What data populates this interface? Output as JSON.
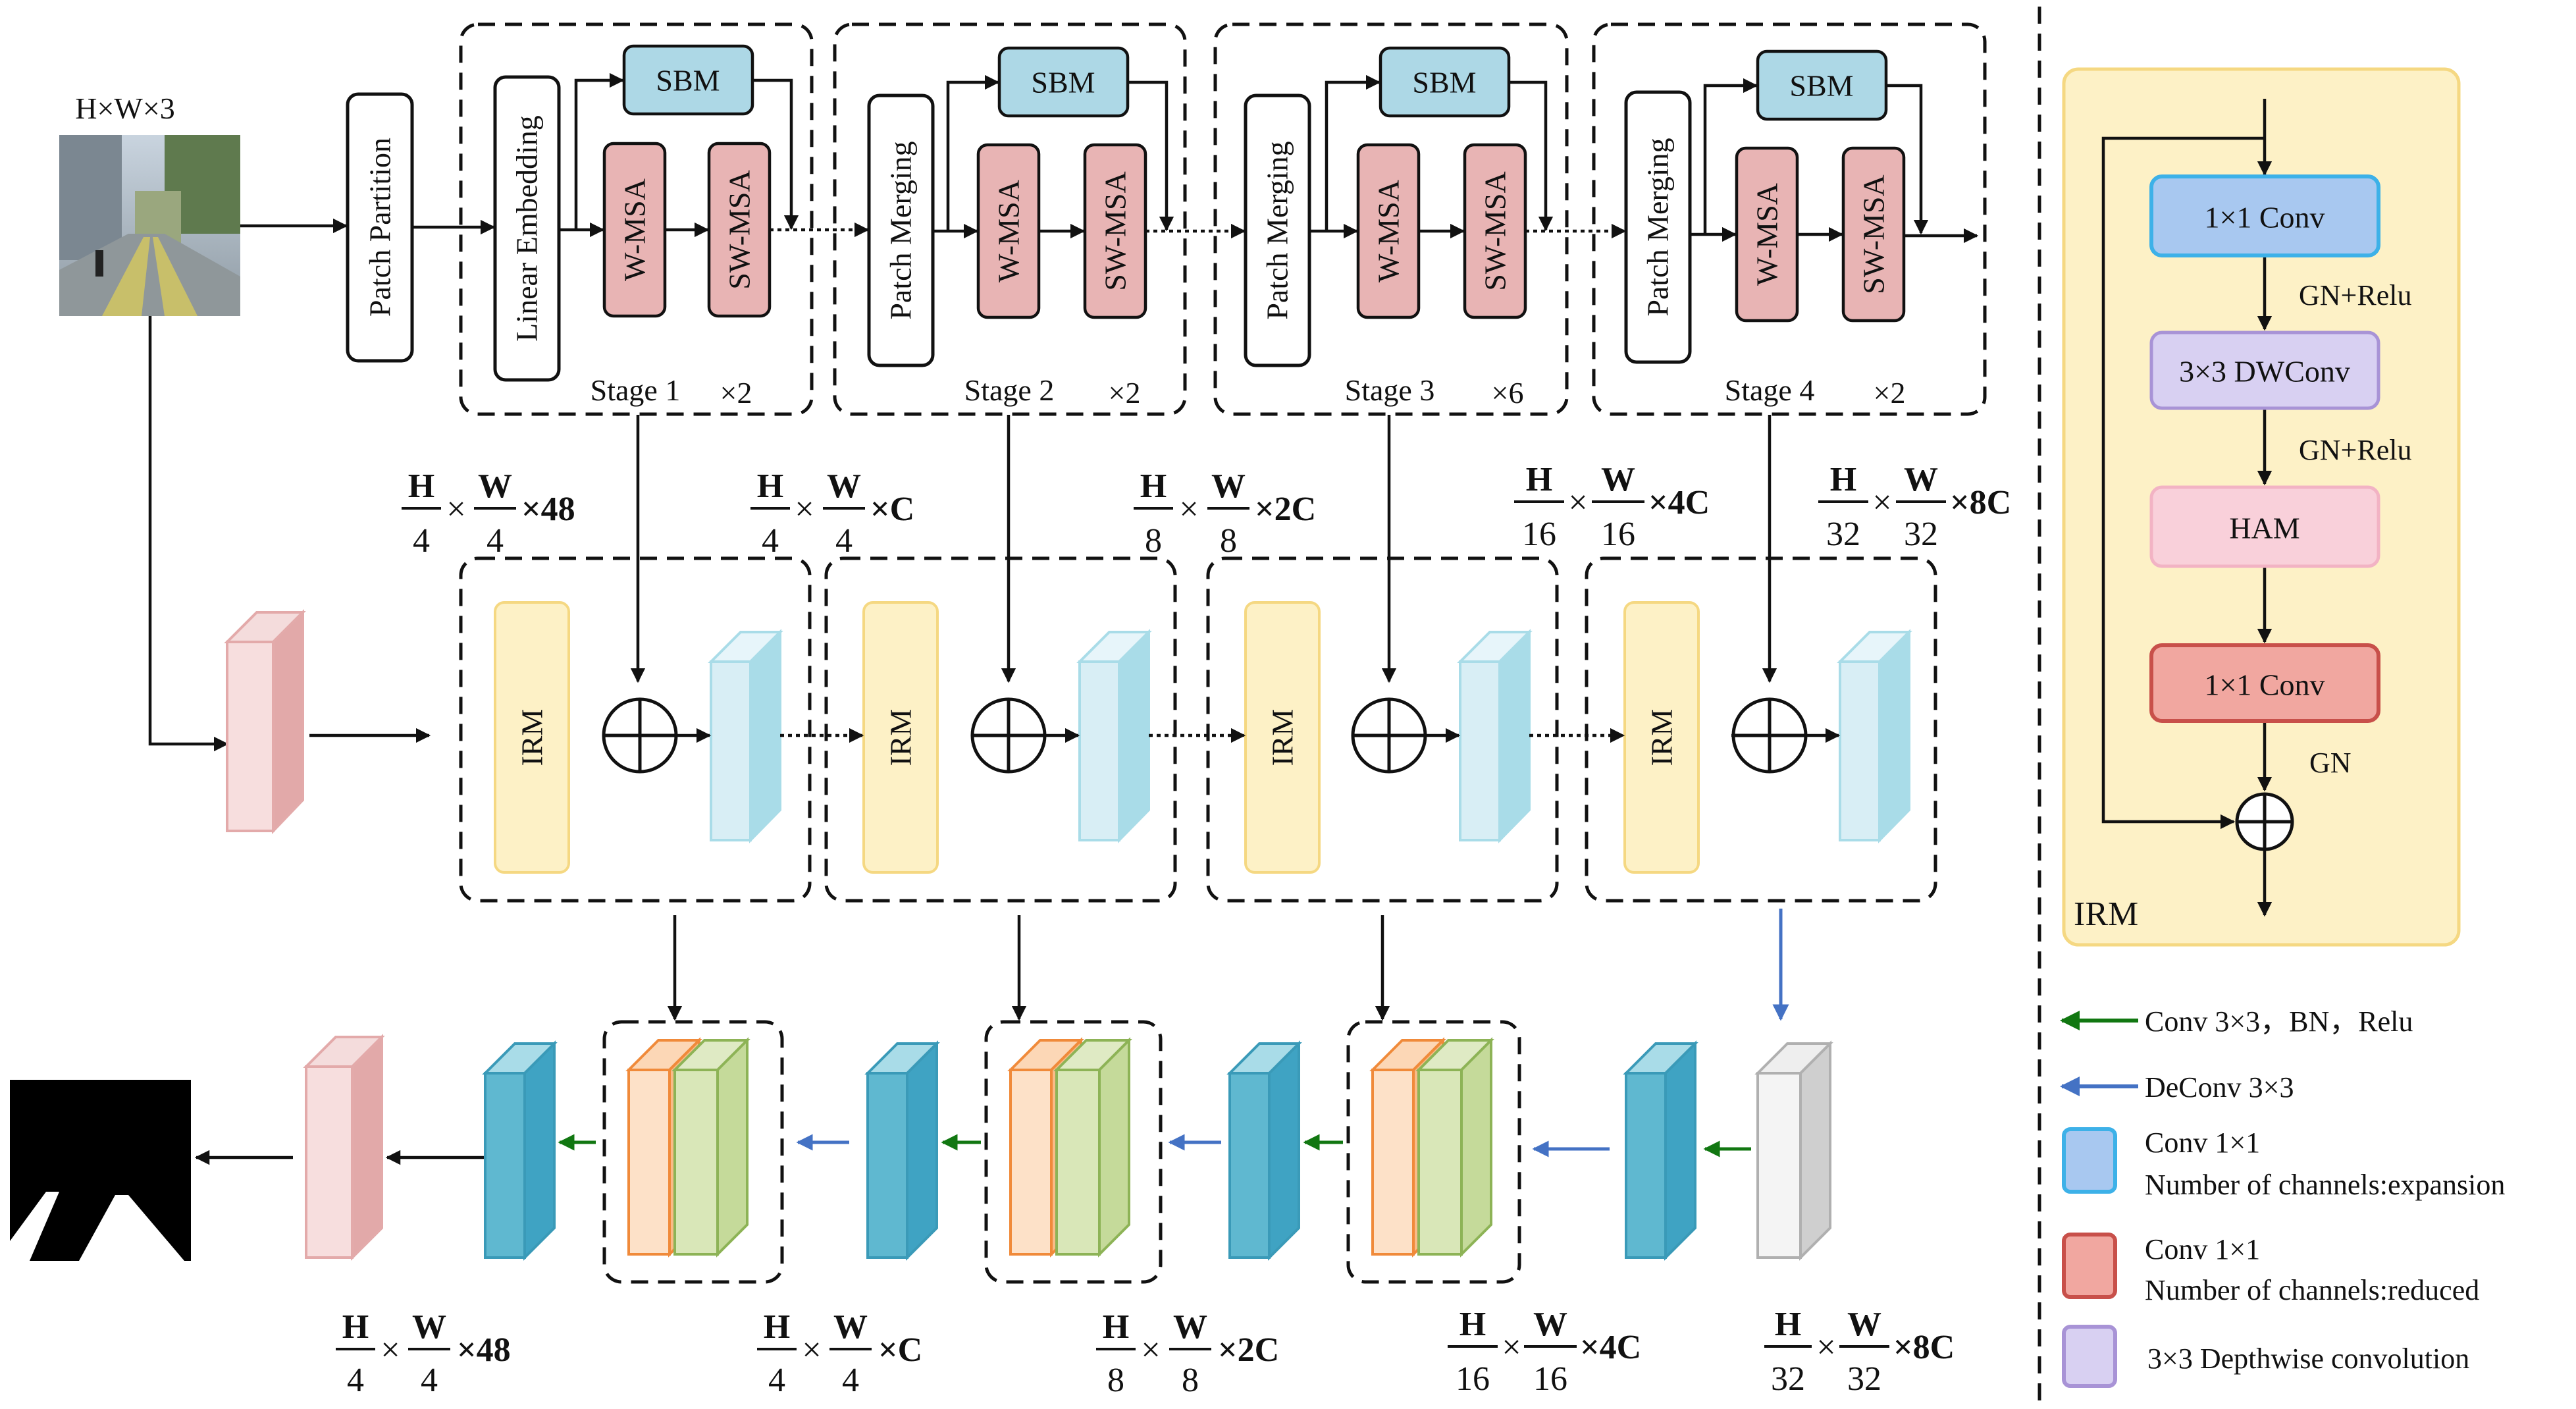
{
  "input": {
    "label": "H×W×3"
  },
  "patch_partition": "Patch Partition",
  "linear_embedding": "Linear Embedding",
  "patch_merging": "Patch Merging",
  "sbm": "SBM",
  "wmsa": "W-MSA",
  "swmsa": "SW-MSA",
  "irm": "IRM",
  "stages": [
    {
      "label": "Stage 1",
      "repeat": "×2"
    },
    {
      "label": "Stage 2",
      "repeat": "×2"
    },
    {
      "label": "Stage 3",
      "repeat": "×6"
    },
    {
      "label": "Stage 4",
      "repeat": "×2"
    }
  ],
  "dims": {
    "h": "H",
    "w": "W",
    "times": "×",
    "d4": "4",
    "d8": "8",
    "d16": "16",
    "d32": "32",
    "c48": "×48",
    "c1": "×C",
    "c2": "×2C",
    "c4": "×4C",
    "c8": "×8C"
  },
  "irm_panel": {
    "title": "IRM",
    "conv1": "1×1 Conv",
    "act1": "GN+Relu",
    "dwconv": "3×3 DWConv",
    "act2": "GN+Relu",
    "ham": "HAM",
    "conv2": "1×1 Conv",
    "gn": "GN"
  },
  "legend": {
    "conv_bn_relu": "Conv 3×3，BN，Relu",
    "deconv": "DeConv 3×3",
    "conv_exp_1": "Conv 1×1",
    "conv_exp_2": "Number of channels:expansion",
    "conv_red_1": "Conv 1×1",
    "conv_red_2": "Number of channels:reduced",
    "dw": "3×3 Depthwise convolution"
  },
  "colors": {
    "sbm": "#add8e6",
    "msa": "#e8b4b4",
    "irm": "#fdf1c6",
    "irm_panel_bg": "#fdf1c6",
    "cube_blue": "#a9dce8",
    "cube_light": "#d8eef5",
    "cube_teal": "#5fb8d0",
    "cube_orange": "#f9bb88",
    "cube_green": "#c5da9a",
    "cube_pink": "#ecc6c6",
    "cube_gray": "#dcdcdc",
    "arrow_green": "#117711",
    "arrow_blue": "#4472c4",
    "conv_blue": "#a8c8f0",
    "conv_red": "#f1a7a0",
    "dw_purple": "#d8d0f2",
    "ham_pink": "#f9d0da"
  }
}
